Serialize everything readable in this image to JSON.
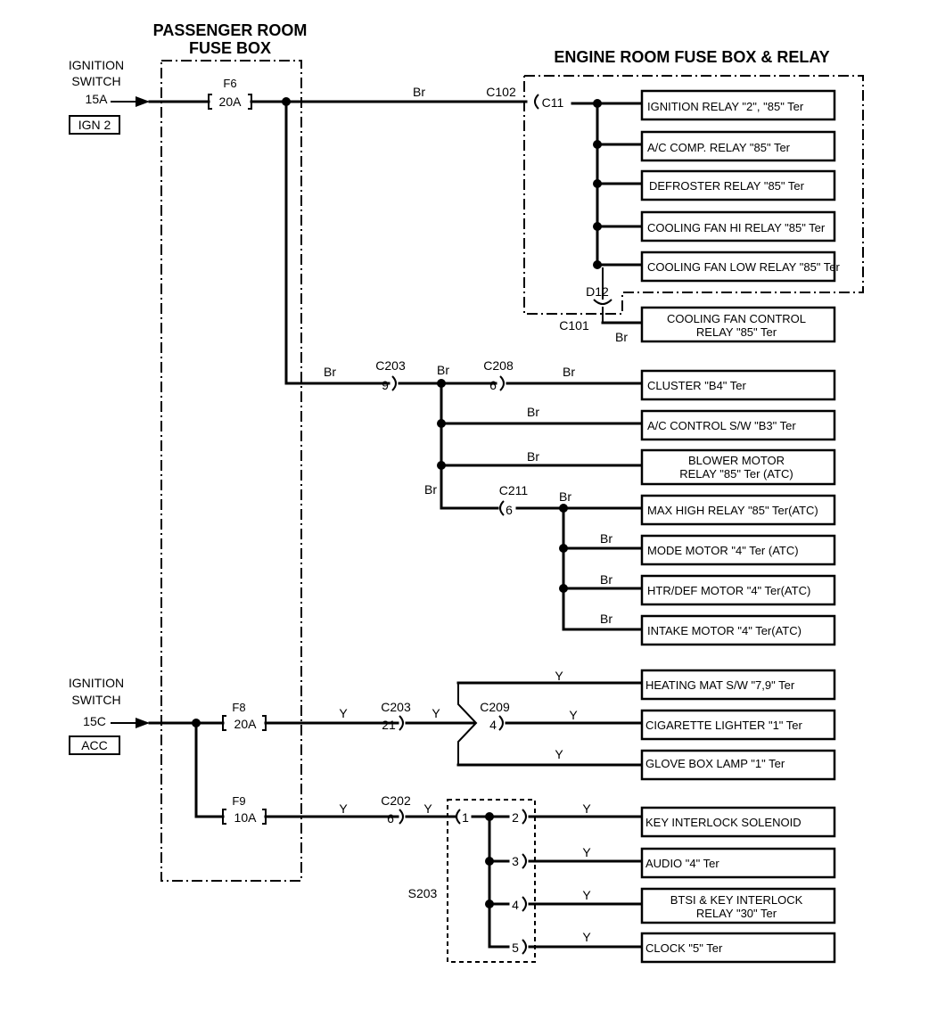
{
  "titles": {
    "passenger_line1": "PASSENGER ROOM",
    "passenger_line2": "FUSE BOX",
    "engine": "ENGINE ROOM FUSE BOX & RELAY"
  },
  "sources": {
    "ign_line1": "IGNITION",
    "ign_line2": "SWITCH",
    "ign_term": "15A",
    "ign_name": "IGN 2",
    "acc_line1": "IGNITION",
    "acc_line2": "SWITCH",
    "acc_term": "15C",
    "acc_name": "ACC"
  },
  "fuses": {
    "f6_name": "F6",
    "f6_rating": "20A",
    "f8_name": "F8",
    "f8_rating": "20A",
    "f9_name": "F9",
    "f9_rating": "10A"
  },
  "connectors": {
    "c102": "C102",
    "c11": "C11",
    "d12": "D12",
    "c101": "C101",
    "c203_a": "C203",
    "c203_a_pin": "9",
    "c208": "C208",
    "c208_pin": "6",
    "c211": "C211",
    "c211_pin": "6",
    "c203_b": "C203",
    "c203_b_pin": "21",
    "c209": "C209",
    "c209_pin": "4",
    "c202": "C202",
    "c202_pin": "6",
    "s203": "S203",
    "s203_pin1": "1",
    "s203_pin2": "2",
    "s203_pin3": "3",
    "s203_pin4": "4",
    "s203_pin5": "5"
  },
  "wire_colors": {
    "brown": "Br",
    "yellow": "Y"
  },
  "loads": {
    "ign_relay": "IGNITION RELAY \"2\", \"85\" Ter",
    "ac_comp": "A/C COMP. RELAY \"85\" Ter",
    "defroster": "DEFROSTER RELAY \"85\" Ter",
    "fan_hi": "COOLING FAN HI RELAY \"85\" Ter",
    "fan_low": "COOLING FAN LOW RELAY \"85\" Ter",
    "fan_ctrl_1": "COOLING FAN CONTROL",
    "fan_ctrl_2": "RELAY \"85\" Ter",
    "cluster": "CLUSTER \"B4\" Ter",
    "ac_control": "A/C CONTROL S/W \"B3\" Ter",
    "blower_1": "BLOWER MOTOR",
    "blower_2": "RELAY \"85\" Ter (ATC)",
    "max_high": "MAX HIGH RELAY \"85\" Ter(ATC)",
    "mode_motor": "MODE MOTOR \"4\" Ter (ATC)",
    "htr_def": "HTR/DEF MOTOR \"4\" Ter(ATC)",
    "intake": "INTAKE MOTOR \"4\" Ter(ATC)",
    "heating_mat": "HEATING MAT S/W \"7,9\" Ter",
    "cigarette": "CIGARETTE LIGHTER \"1\" Ter",
    "glove_box": "GLOVE BOX LAMP \"1\" Ter",
    "key_interlock": "KEY INTERLOCK SOLENOID",
    "audio": "AUDIO \"4\" Ter",
    "bts_1": "BTSI & KEY INTERLOCK",
    "bts_2": "RELAY \"30\" Ter",
    "clock": "CLOCK \"5\" Ter"
  }
}
